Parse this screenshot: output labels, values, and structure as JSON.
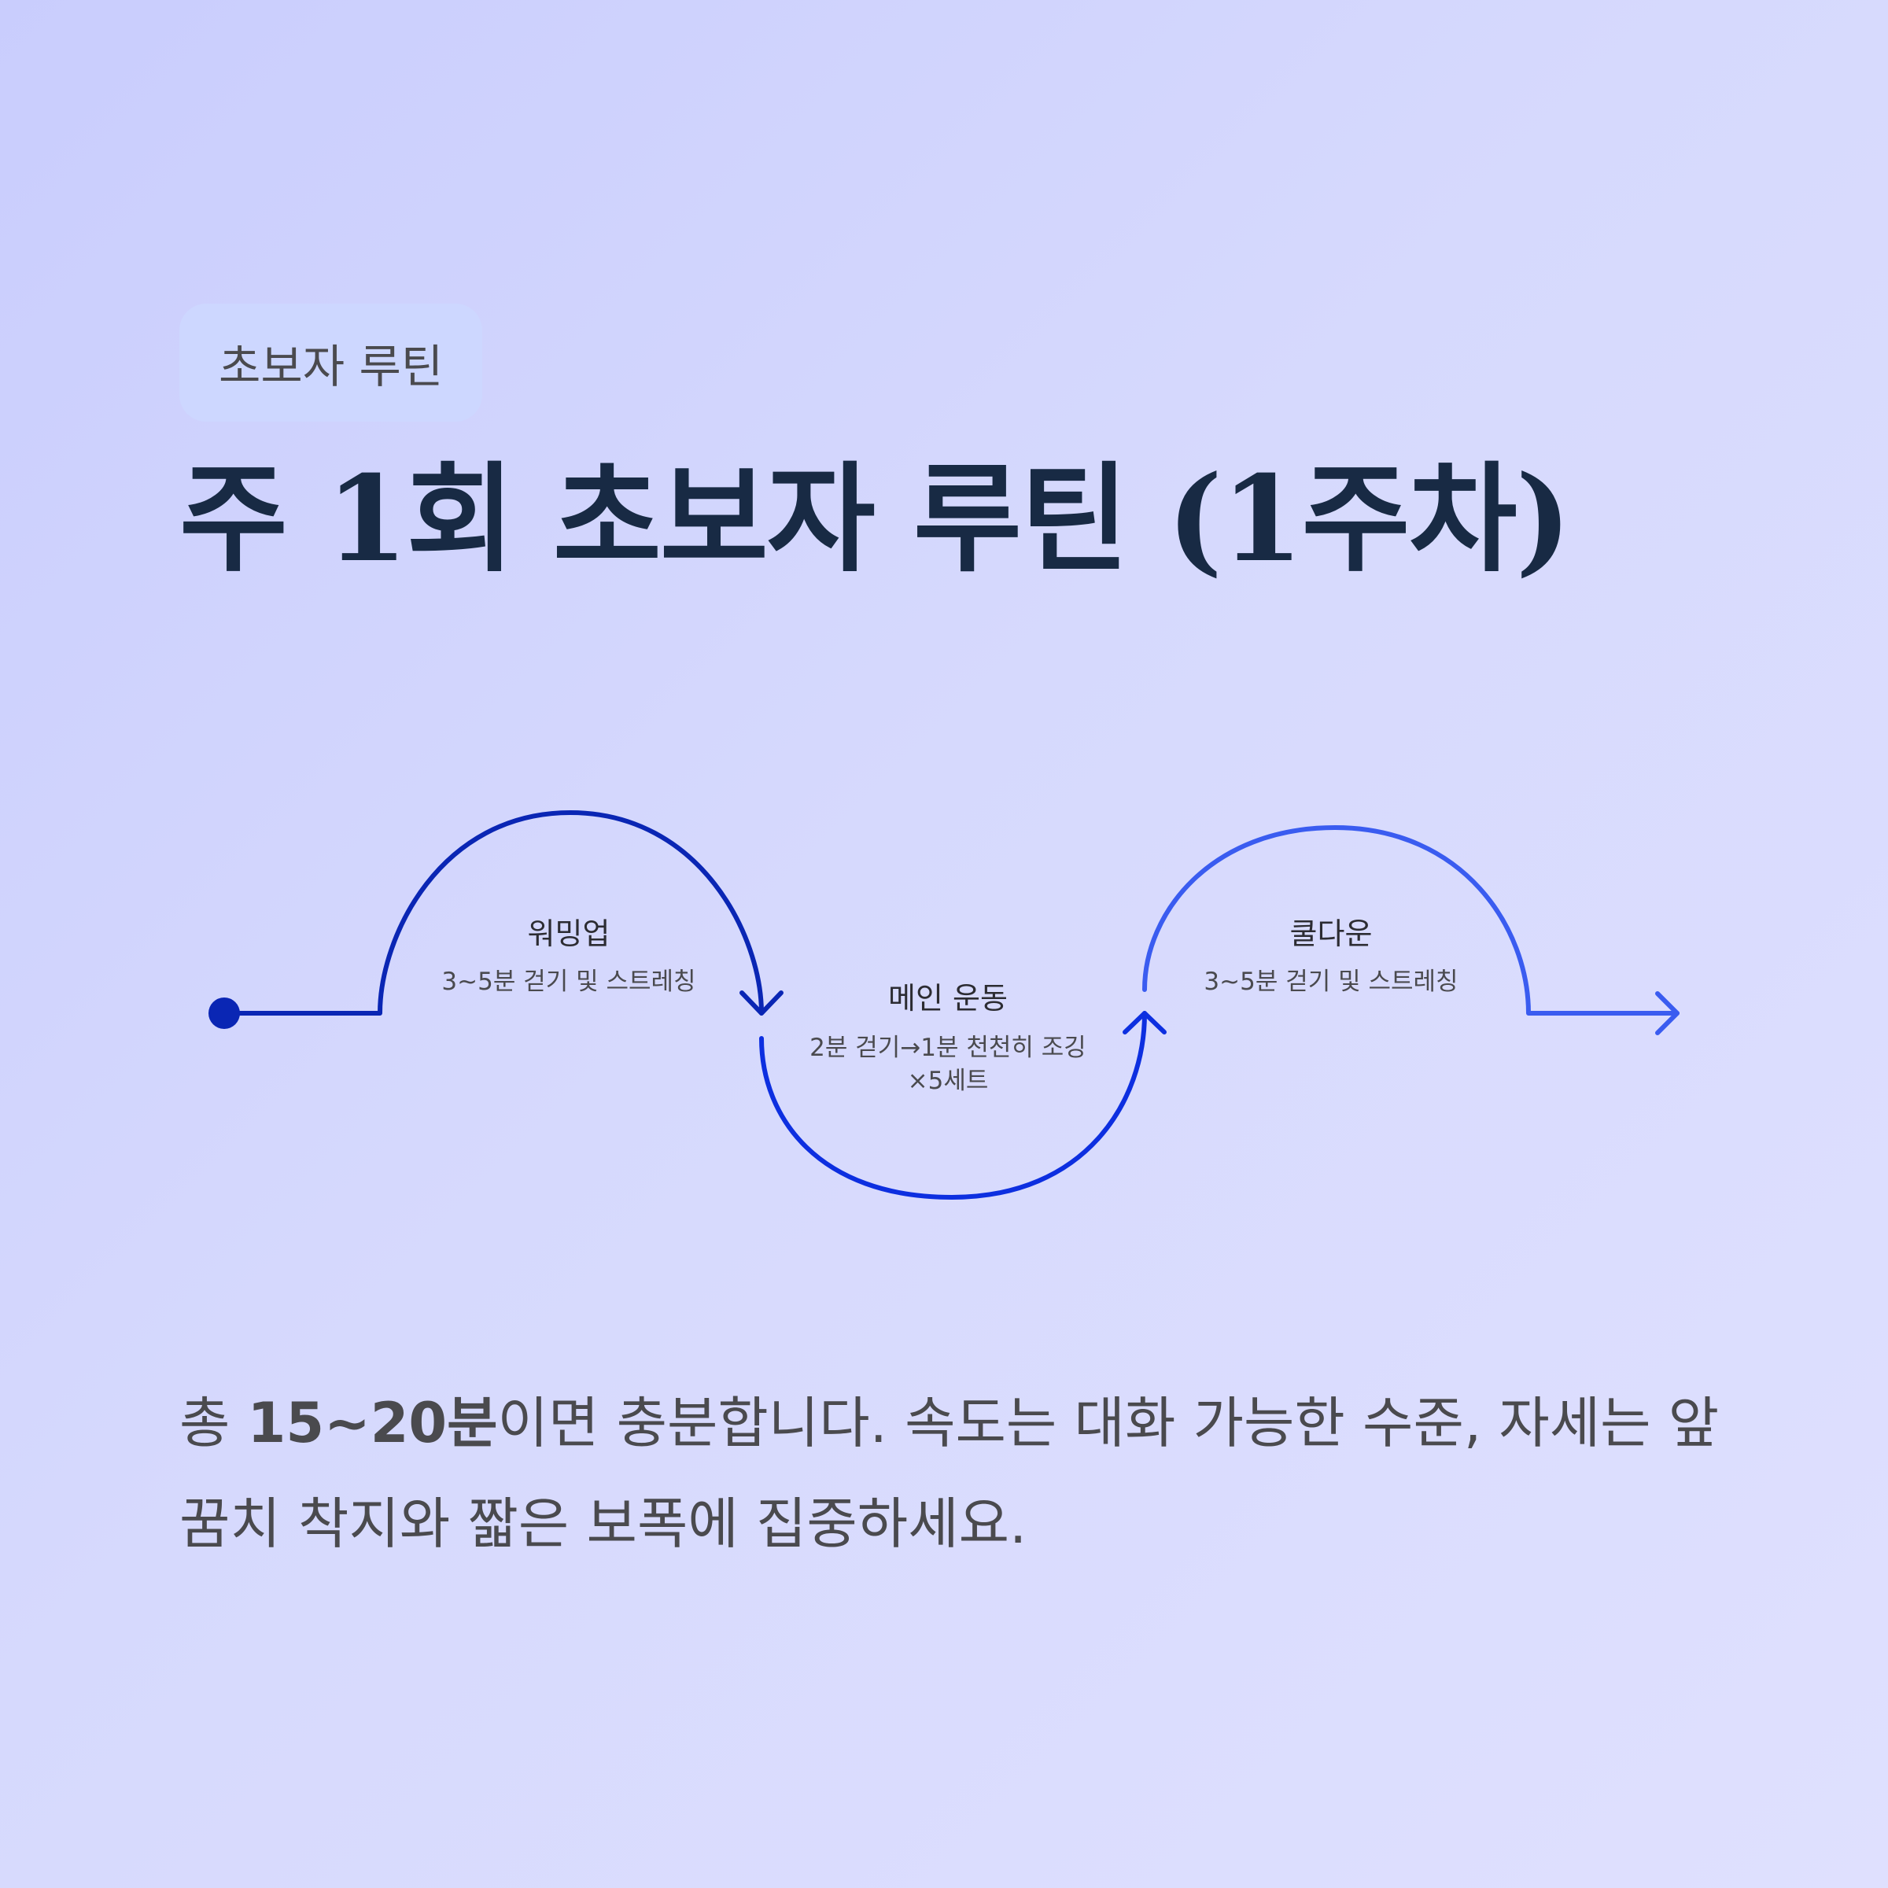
{
  "badge": {
    "label": "초보자 루틴"
  },
  "title": "주 1회 초보자 루틴 (1주차)",
  "diagram": {
    "steps": [
      {
        "name": "워밍업",
        "detail": "3~5분 걷기 및 스트레칭"
      },
      {
        "name": "메인 운동",
        "detail_line1": "2분 걷기→1분 천천히 조깅",
        "detail_line2": "×5세트"
      },
      {
        "name": "쿨다운",
        "detail": "3~5분 걷기 및 스트레칭"
      }
    ],
    "colors": {
      "warmup": "#0a26b4",
      "main": "#0d2fe0",
      "cooldown": "#3a5cf0",
      "step_name": "#2c2c32",
      "step_detail": "#4a4a4e"
    }
  },
  "description": {
    "prefix": "총 ",
    "highlight": "15~20분",
    "rest": "이면 충분합니다. 속도는 대화 가능한 수준, 자세는 앞꿈치 착지와 짧은 보폭에 집중하세요."
  }
}
